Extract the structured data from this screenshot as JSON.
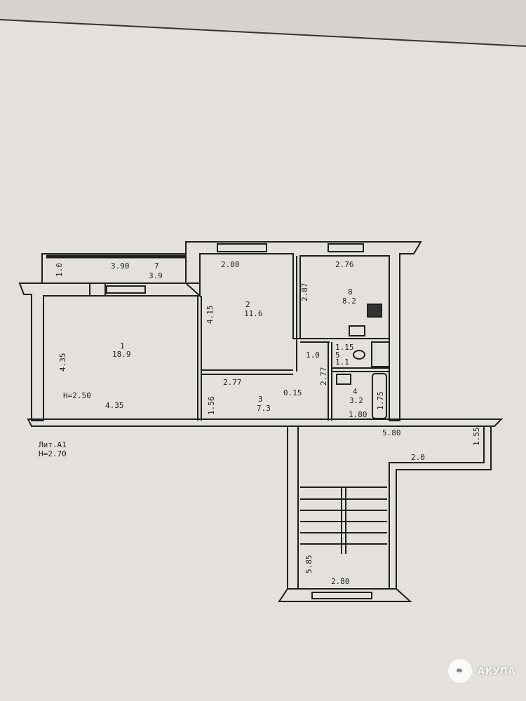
{
  "plan": {
    "balcony": {
      "number": "7",
      "area": "3.9",
      "width": "3.90",
      "depth": "1.0"
    },
    "room1": {
      "number": "1",
      "area": "18.9",
      "width": "4.35",
      "length": "4.35",
      "height": "H=2.50"
    },
    "room2": {
      "number": "2",
      "area": "11.6",
      "width": "2.80",
      "length": "4.15"
    },
    "room3": {
      "number": "3",
      "area": "7.3",
      "width": "2.77",
      "length": "1.56",
      "extra": "0.15"
    },
    "room8": {
      "number": "8",
      "area": "8.2",
      "width": "2.76",
      "length": "2.87"
    },
    "room4": {
      "number": "4",
      "area": "3.2",
      "width": "1.80",
      "length": "1.75"
    },
    "wc": {
      "number": "5",
      "area": "1.1",
      "width": "1.15"
    },
    "hall": {
      "width": "1.0",
      "length": "2.77"
    },
    "landing": {
      "width": "5.80",
      "depth": "1.55",
      "step": "2.0"
    },
    "stairs": {
      "width": "2.80",
      "length": "5.85"
    },
    "apartment_note": {
      "label": "Лит.А1",
      "height": "H=2.70"
    }
  },
  "watermark": {
    "brand": "АКУЛА"
  },
  "colors": {
    "paper": "#e4e1dd",
    "ink": "#1e1e1e"
  }
}
